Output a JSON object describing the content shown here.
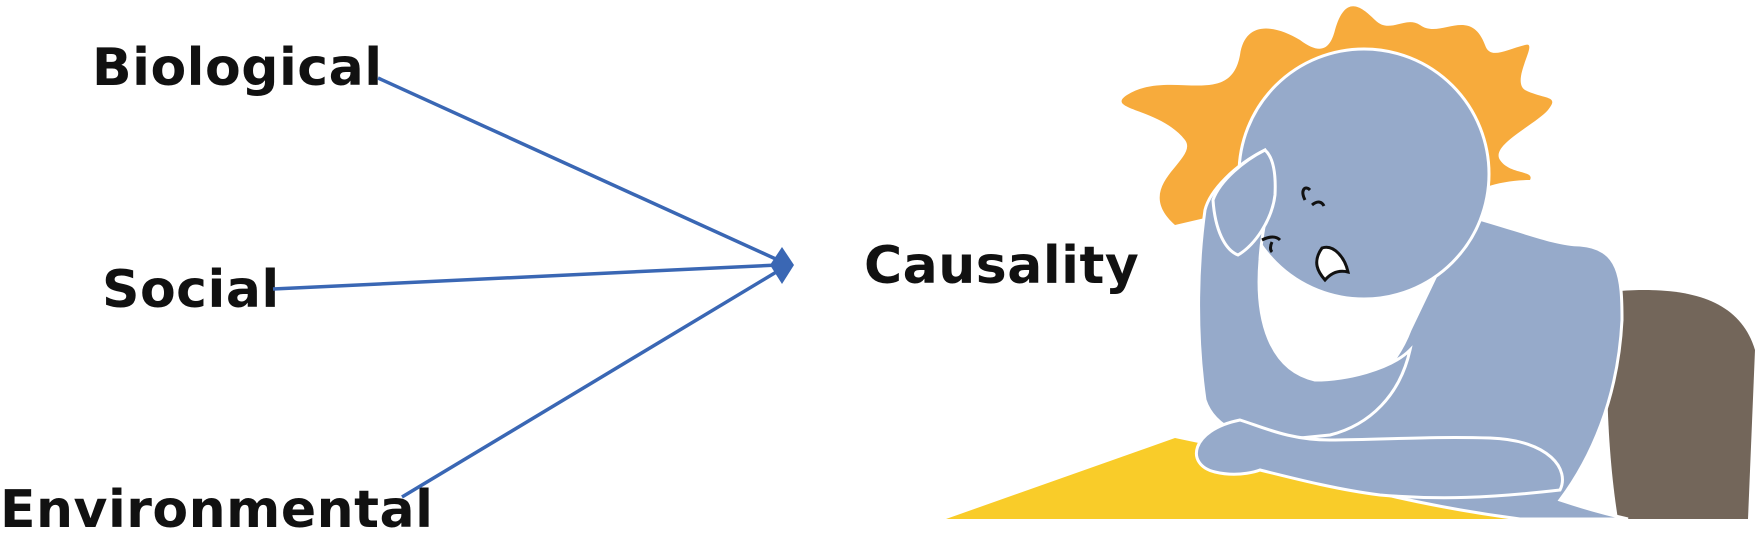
{
  "diagram": {
    "factors": [
      {
        "label": "Biological"
      },
      {
        "label": "Social"
      },
      {
        "label": "Environmental"
      }
    ],
    "outcome": {
      "label": "Causality"
    },
    "colors": {
      "arrow": "#3a67b4",
      "person": "#96aaca",
      "burst": "#f7ab3c",
      "desk": "#f9cc29",
      "chair": "#73665a",
      "outline": "#ffffff"
    },
    "illustration": {
      "icon": "stressed-person-at-desk-icon"
    }
  }
}
